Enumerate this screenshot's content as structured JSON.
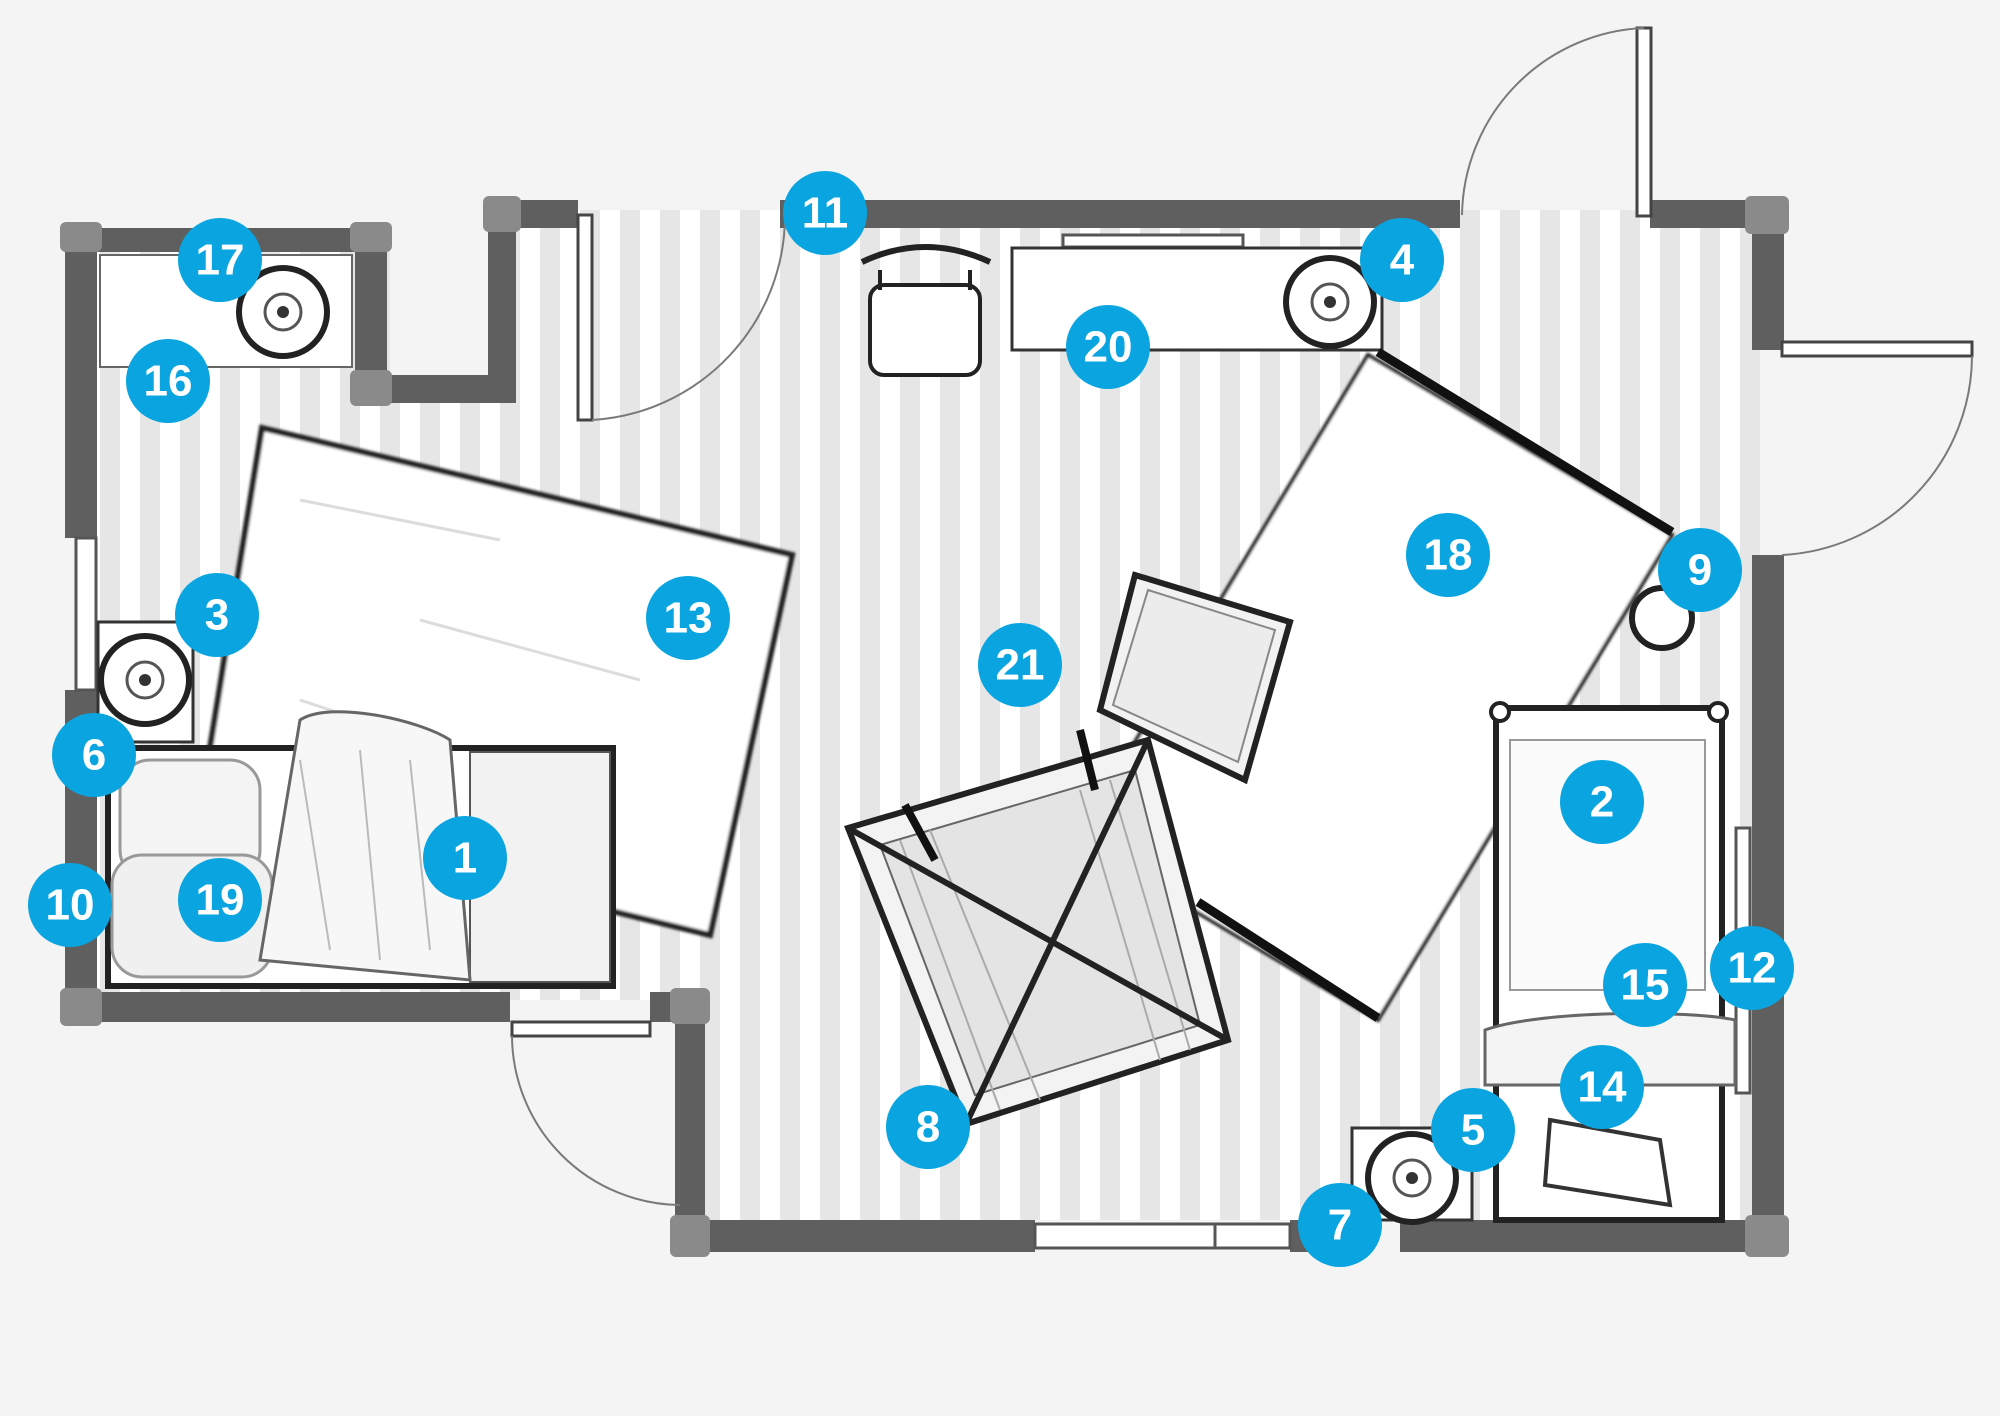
{
  "colors": {
    "background": "#f4f4f4",
    "floor_stripe": "#e6e6e6",
    "wall": "#5f5f5f",
    "furniture_stroke": "#222222",
    "furniture_fill": "#ffffff",
    "marker": "#0aa5e0",
    "marker_text": "#ffffff"
  },
  "markers": [
    {
      "id": "1",
      "label": "1"
    },
    {
      "id": "2",
      "label": "2"
    },
    {
      "id": "3",
      "label": "3"
    },
    {
      "id": "4",
      "label": "4"
    },
    {
      "id": "5",
      "label": "5"
    },
    {
      "id": "6",
      "label": "6"
    },
    {
      "id": "7",
      "label": "7"
    },
    {
      "id": "8",
      "label": "8"
    },
    {
      "id": "9",
      "label": "9"
    },
    {
      "id": "10",
      "label": "10"
    },
    {
      "id": "11",
      "label": "11"
    },
    {
      "id": "12",
      "label": "12"
    },
    {
      "id": "13",
      "label": "13"
    },
    {
      "id": "14",
      "label": "14"
    },
    {
      "id": "15",
      "label": "15"
    },
    {
      "id": "16",
      "label": "16"
    },
    {
      "id": "17",
      "label": "17"
    },
    {
      "id": "18",
      "label": "18"
    },
    {
      "id": "19",
      "label": "19"
    },
    {
      "id": "20",
      "label": "20"
    },
    {
      "id": "21",
      "label": "21"
    }
  ]
}
